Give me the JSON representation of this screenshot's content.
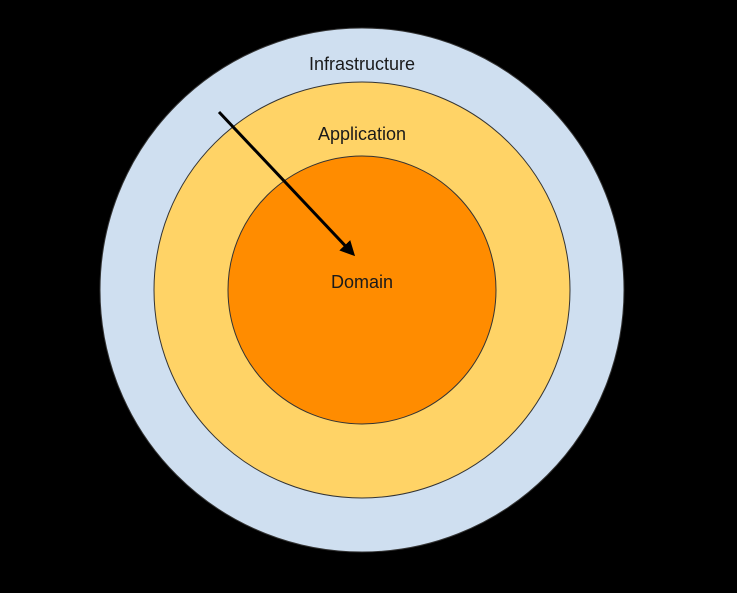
{
  "diagram": {
    "background_color": "#000000",
    "layers": [
      {
        "id": "infrastructure",
        "label": "Infrastructure",
        "fill": "#cfdff0"
      },
      {
        "id": "application",
        "label": "Application",
        "fill": "#ffd366"
      },
      {
        "id": "domain",
        "label": "Domain",
        "fill": "#ff8c00"
      }
    ],
    "arrow": {
      "from": "infrastructure",
      "to": "domain",
      "color": "#000000",
      "icon": "arrow-icon"
    }
  }
}
